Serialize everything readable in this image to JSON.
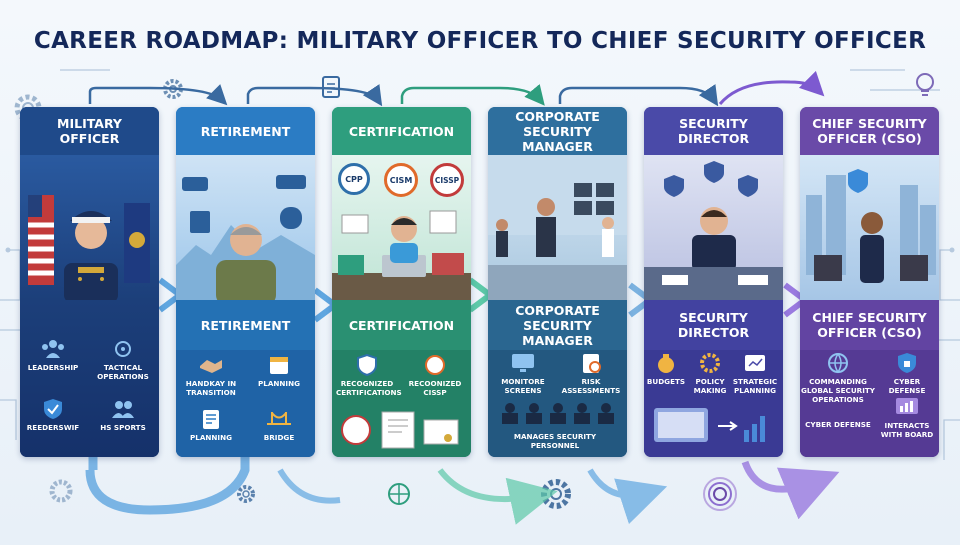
{
  "title": "CAREER ROADMAP: MILITARY OFFICER TO CHIEF SECURITY OFFICER",
  "colors": {
    "title": "#14285a",
    "stage1": "#1f4a8a",
    "stage2": "#2b7cc4",
    "stage3": "#2e9e7e",
    "stage4": "#2e6f9e",
    "stage5": "#4a4aa8",
    "stage6": "#6a4aa8"
  },
  "stages": [
    {
      "title": "MILITARY OFFICER",
      "subtitle": "",
      "items": [
        "LEADERSHIP",
        "TACTICAL OPERATIONS",
        "REEDERSWIF",
        "HS SPORTS"
      ]
    },
    {
      "title": "RETIREMENT",
      "subtitle": "RETIREMENT",
      "items": [
        "HANDKAY IN TRANSITION",
        "PLANNING",
        "PLANNING",
        "BRIDGE"
      ]
    },
    {
      "title": "CERTIFICATION",
      "subtitle": "CERTIFICATION",
      "badges": [
        "CPP",
        "CISM",
        "CISSP"
      ],
      "items": [
        "RECOGNIZED CERTIFICATIONS",
        "RECOONIZED CISSP"
      ]
    },
    {
      "title": "CORPORATE SECURITY MANAGER",
      "subtitle": "CORPORATE SECURITY MANAGER",
      "items": [
        "MONITORE SCREENS",
        "RISK ASSESSMENTS",
        "MANAGES SECURITY PERSONNEL"
      ]
    },
    {
      "title": "SECURITY DIRECTOR",
      "subtitle": "SECURITY DIRECTOR",
      "items": [
        "BUDGETS",
        "POLICY MAKING",
        "STRATEGIC PLANNING"
      ]
    },
    {
      "title": "CHIEF SECURITY OFFICER (CSO)",
      "subtitle": "CHIEF SECURITY OFFICER (CSO)",
      "items": [
        "COMMANDING GLOBAL SECURITY OPERATIONS",
        "CYBER DEFENSE",
        "CYBER DEFENSE",
        "INTERACTS WITH BOARD"
      ]
    }
  ]
}
